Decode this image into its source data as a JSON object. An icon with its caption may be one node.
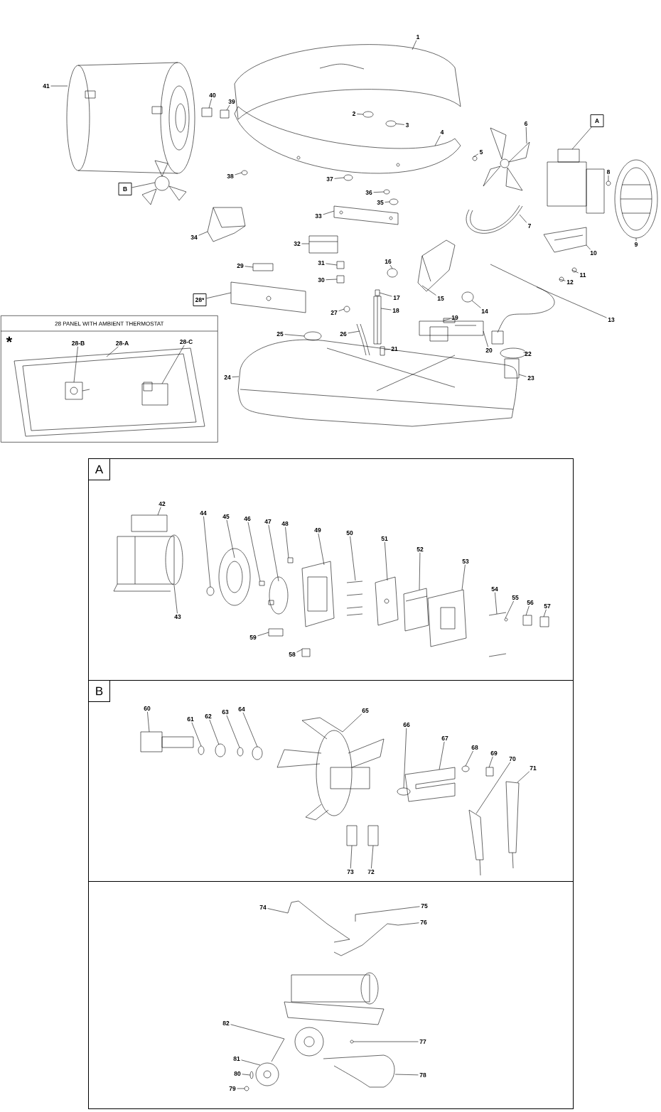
{
  "diagram": {
    "nodes": [
      {
        "text": [
          "1"
        ]
      },
      {
        "text": [
          "41"
        ]
      },
      {
        "text": [
          "40"
        ]
      },
      {
        "text": [
          "39"
        ]
      },
      {
        "text": [
          "2"
        ]
      },
      {
        "text": [
          "3"
        ]
      },
      {
        "text": [
          "4"
        ]
      },
      {
        "text": [
          "6"
        ]
      },
      {
        "text": [
          "A"
        ]
      },
      {
        "text": [
          "5"
        ]
      },
      {
        "text": [
          "8"
        ]
      },
      {
        "text": [
          "B"
        ]
      },
      {
        "text": [
          "38"
        ]
      },
      {
        "text": [
          "37"
        ]
      },
      {
        "text": [
          "36"
        ]
      },
      {
        "text": [
          "35"
        ]
      },
      {
        "text": [
          "33"
        ]
      },
      {
        "text": [
          "7"
        ]
      },
      {
        "text": [
          "34"
        ]
      },
      {
        "text": [
          "9"
        ]
      },
      {
        "text": [
          "10"
        ]
      },
      {
        "text": [
          "32"
        ]
      },
      {
        "text": [
          "16"
        ]
      },
      {
        "text": [
          "31"
        ]
      },
      {
        "text": [
          "29"
        ]
      },
      {
        "text": [
          "11"
        ]
      },
      {
        "text": [
          "12"
        ]
      },
      {
        "text": [
          "30"
        ]
      },
      {
        "text": [
          "15"
        ]
      },
      {
        "text": [
          "28*"
        ]
      },
      {
        "text": [
          "17"
        ]
      },
      {
        "text": [
          "14"
        ]
      },
      {
        "text": [
          "18"
        ]
      },
      {
        "text": [
          "27"
        ]
      },
      {
        "text": [
          "19"
        ]
      },
      {
        "text": [
          "26"
        ]
      },
      {
        "text": [
          "25"
        ]
      },
      {
        "text": [
          "20"
        ]
      },
      {
        "text": [
          "13"
        ]
      },
      {
        "text": [
          "21"
        ]
      },
      {
        "text": [
          "22"
        ]
      },
      {
        "text": [
          "24"
        ]
      },
      {
        "text": [
          "23"
        ]
      },
      {
        "text": [
          "28 PANEL WITH AMBIENT THERMOSTAT",
          "*"
        ]
      },
      {
        "text": [
          "28-B"
        ],
        "in": 43
      },
      {
        "text": [
          "28-A"
        ],
        "in": 43
      },
      {
        "text": [
          "28-C"
        ],
        "in": 43
      },
      {
        "text": [],
        "shape": "box"
      },
      {
        "text": [
          "42"
        ],
        "in": 47
      },
      {
        "text": [
          "44"
        ],
        "in": 47
      },
      {
        "text": [
          "45"
        ],
        "in": 47
      },
      {
        "text": [
          "46"
        ],
        "in": 47
      },
      {
        "text": [
          "47"
        ],
        "in": 47
      },
      {
        "text": [
          "48"
        ],
        "in": 47
      },
      {
        "text": [
          "49"
        ],
        "in": 47
      },
      {
        "text": [
          "50"
        ],
        "in": 47
      },
      {
        "text": [
          "51"
        ],
        "in": 47
      },
      {
        "text": [
          "52"
        ],
        "in": 47
      },
      {
        "text": [
          "53"
        ],
        "in": 47
      },
      {
        "text": [
          "54"
        ],
        "in": 47
      },
      {
        "text": [
          "55"
        ],
        "in": 47
      },
      {
        "text": [
          "56"
        ],
        "in": 47
      },
      {
        "text": [
          "57"
        ],
        "in": 47
      },
      {
        "text": [
          "43"
        ],
        "in": 47
      },
      {
        "text": [
          "59"
        ],
        "in": 47
      },
      {
        "text": [
          "58"
        ],
        "in": 47
      },
      {
        "text": [],
        "shape": "box"
      },
      {
        "text": [
          "60"
        ],
        "in": 66
      },
      {
        "text": [
          "61"
        ],
        "in": 66
      },
      {
        "text": [
          "62"
        ],
        "in": 66
      },
      {
        "text": [
          "63"
        ],
        "in": 66
      },
      {
        "text": [
          "64"
        ],
        "in": 66
      },
      {
        "text": [
          "65"
        ],
        "in": 66
      },
      {
        "text": [
          "66"
        ],
        "in": 66
      },
      {
        "text": [
          "67"
        ],
        "in": 66
      },
      {
        "text": [
          "68"
        ],
        "in": 66
      },
      {
        "text": [
          "69"
        ],
        "in": 66
      },
      {
        "text": [
          "70"
        ],
        "in": 66
      },
      {
        "text": [
          "71"
        ],
        "in": 66
      },
      {
        "text": [
          "73"
        ],
        "in": 66
      },
      {
        "text": [
          "72"
        ],
        "in": 66
      },
      {
        "text": [],
        "shape": "box"
      },
      {
        "text": [
          "74"
        ],
        "in": 81
      },
      {
        "text": [
          "75"
        ],
        "in": 81
      },
      {
        "text": [
          "76"
        ],
        "in": 81
      },
      {
        "text": [
          "77"
        ],
        "in": 81
      },
      {
        "text": [
          "82"
        ],
        "in": 81
      },
      {
        "text": [
          "78"
        ],
        "in": 81
      },
      {
        "text": [
          "81"
        ],
        "in": 81
      },
      {
        "text": [
          "80"
        ],
        "in": 81
      },
      {
        "text": [
          "79"
        ],
        "in": 81
      },
      {
        "text": [],
        "shape": "picture"
      },
      {
        "text": [],
        "shape": "picture"
      },
      {
        "text": [],
        "shape": "box"
      },
      {
        "text": [],
        "shape": "box"
      },
      {
        "text": [],
        "shape": "circle"
      },
      {
        "text": [],
        "shape": "circle"
      },
      {
        "text": [],
        "shape": "picture"
      },
      {
        "text": [],
        "shape": "picture"
      },
      {
        "text": [],
        "shape": "picture"
      },
      {
        "text": [],
        "shape": "circle"
      },
      {
        "text": [],
        "shape": "circle"
      },
      {
        "text": [],
        "shape": "picture"
      },
      {
        "text": [],
        "shape": "circle"
      },
      {
        "text": [],
        "shape": "circle"
      },
      {
        "text": [],
        "shape": "circle"
      },
      {
        "text": [],
        "shape": "circle"
      },
      {
        "text": [],
        "shape": "picture"
      },
      {
        "text": [],
        "shape": "picture"
      },
      {
        "text": [],
        "shape": "picture"
      },
      {
        "text": [],
        "shape": "picture"
      },
      {
        "text": [],
        "shape": "picture"
      },
      {
        "text": [],
        "shape": "picture"
      },
      {
        "text": [],
        "shape": "circle"
      },
      {
        "text": [],
        "shape": "box"
      },
      {
        "text": [],
        "shape": "box"
      },
      {
        "text": [],
        "shape": "circle"
      },
      {
        "text": [],
        "shape": "circle"
      },
      {
        "text": [],
        "shape": "box"
      },
      {
        "text": [],
        "shape": "picture"
      },
      {
        "text": [],
        "shape": "picture"
      },
      {
        "text": [],
        "shape": "box"
      },
      {
        "text": [],
        "shape": "circle"
      },
      {
        "text": [],
        "shape": "picture"
      },
      {
        "text": [],
        "shape": "circle"
      },
      {
        "text": [],
        "shape": "box"
      },
      {
        "text": [],
        "shape": "picture"
      },
      {
        "text": [],
        "shape": "circle"
      },
      {
        "text": [],
        "shape": "picture"
      },
      {
        "text": [],
        "shape": "picture"
      },
      {
        "text": [],
        "shape": "box",
        "in": 132
      },
      {
        "text": [],
        "shape": "circle"
      },
      {
        "text": [],
        "shape": "picture"
      },
      {
        "text": [],
        "shape": "box",
        "in": 132
      },
      {
        "text": [],
        "shape": "picture",
        "in": 135
      },
      {
        "text": [],
        "shape": "picture",
        "in": 43
      },
      {
        "text": [],
        "shape": "picture",
        "in": 135
      },
      {
        "text": [],
        "shape": "box",
        "in": 47
      },
      {
        "text": [],
        "shape": "circle",
        "in": 47
      },
      {
        "text": [],
        "shape": "picture",
        "in": 47
      },
      {
        "text": [],
        "shape": "box",
        "in": 47
      },
      {
        "text": [],
        "shape": "picture",
        "in": 47
      },
      {
        "text": [],
        "shape": "box",
        "in": 47
      },
      {
        "text": [],
        "shape": "picture",
        "in": 47
      },
      {
        "text": [],
        "shape": "picture",
        "in": 47
      },
      {
        "text": [],
        "shape": "picture",
        "in": 47
      },
      {
        "text": [],
        "shape": "picture",
        "in": 47
      },
      {
        "text": [],
        "shape": "picture",
        "in": 47
      },
      {
        "text": [],
        "shape": "picture",
        "in": 47
      },
      {
        "text": [],
        "shape": "circle",
        "in": 47
      },
      {
        "text": [],
        "shape": "box",
        "in": 47
      },
      {
        "text": [],
        "shape": "box",
        "in": 47
      },
      {
        "text": [],
        "shape": "picture",
        "in": 47
      },
      {
        "text": [],
        "shape": "box",
        "in": 47
      },
      {
        "text": [],
        "shape": "box",
        "in": 47
      },
      {
        "text": [],
        "shape": "picture",
        "in": 66
      },
      {
        "text": [],
        "shape": "circle",
        "in": 66
      },
      {
        "text": [],
        "shape": "circle",
        "in": 66
      },
      {
        "text": [],
        "shape": "circle",
        "in": 66
      },
      {
        "text": [],
        "shape": "circle",
        "in": 66
      },
      {
        "text": [],
        "shape": "picture",
        "in": 66
      },
      {
        "text": [],
        "shape": "circle",
        "in": 66
      },
      {
        "text": [],
        "shape": "picture",
        "in": 66
      },
      {
        "text": [],
        "shape": "circle",
        "in": 66
      },
      {
        "text": [],
        "shape": "box",
        "in": 66
      },
      {
        "text": [],
        "shape": "picture",
        "in": 66
      },
      {
        "text": [],
        "shape": "picture",
        "in": 66
      },
      {
        "text": [],
        "shape": "box",
        "in": 66
      },
      {
        "text": [],
        "shape": "box",
        "in": 66
      },
      {
        "text": [],
        "shape": "picture",
        "in": 81
      },
      {
        "text": [],
        "shape": "picture",
        "in": 81
      },
      {
        "text": [],
        "shape": "picture",
        "in": 81
      },
      {
        "text": [],
        "shape": "circle",
        "in": 81
      },
      {
        "text": [],
        "shape": "picture",
        "in": 81
      },
      {
        "text": [],
        "shape": "picture",
        "in": 81
      },
      {
        "text": [],
        "shape": "picture",
        "in": 81
      },
      {
        "text": [],
        "shape": "circle",
        "in": 81
      },
      {
        "text": [],
        "shape": "circle",
        "in": 81
      },
      {
        "text": [
          "A"
        ],
        "in": 47
      },
      {
        "text": [
          "B"
        ],
        "in": 66
      }
    ],
    "edges": [
      {
        "from": 0,
        "to": 91,
        "arrow": "none"
      },
      {
        "from": 1,
        "to": 92,
        "arrow": "none"
      },
      {
        "from": 2,
        "to": 93,
        "arrow": "none"
      },
      {
        "from": 3,
        "to": 94,
        "arrow": "none"
      },
      {
        "from": 4,
        "to": 95,
        "arrow": "none"
      },
      {
        "from": 5,
        "to": 96,
        "arrow": "none"
      },
      {
        "from": 6,
        "to": 97,
        "arrow": "none"
      },
      {
        "from": 7,
        "to": 98,
        "arrow": "none"
      },
      {
        "from": 8,
        "to": 99,
        "arrow": "none"
      },
      {
        "from": 9,
        "to": 100,
        "arrow": "none"
      },
      {
        "from": 10,
        "to": 101,
        "arrow": "none"
      },
      {
        "from": 11,
        "to": 102,
        "arrow": "none"
      },
      {
        "from": 12,
        "to": 103,
        "arrow": "none"
      },
      {
        "from": 13,
        "to": 104,
        "arrow": "none"
      },
      {
        "from": 14,
        "to": 105,
        "arrow": "none"
      },
      {
        "from": 15,
        "to": 106,
        "arrow": "none"
      },
      {
        "from": 16,
        "to": 107,
        "arrow": "none"
      },
      {
        "from": 17,
        "to": 108,
        "arrow": "none"
      },
      {
        "from": 18,
        "to": 109,
        "arrow": "none"
      },
      {
        "from": 19,
        "to": 110,
        "arrow": "none"
      },
      {
        "from": 20,
        "to": 111,
        "arrow": "none"
      },
      {
        "from": 21,
        "to": 112,
        "arrow": "none"
      },
      {
        "from": 22,
        "to": 113,
        "arrow": "none"
      },
      {
        "from": 23,
        "to": 114,
        "arrow": "none"
      },
      {
        "from": 24,
        "to": 115,
        "arrow": "none"
      },
      {
        "from": 25,
        "to": 116,
        "arrow": "none"
      },
      {
        "from": 26,
        "to": 117,
        "arrow": "none"
      },
      {
        "from": 27,
        "to": 118,
        "arrow": "none"
      },
      {
        "from": 28,
        "to": 119,
        "arrow": "none"
      },
      {
        "from": 29,
        "to": 120,
        "arrow": "none"
      },
      {
        "from": 30,
        "to": 121,
        "arrow": "none"
      },
      {
        "from": 31,
        "to": 122,
        "arrow": "none"
      },
      {
        "from": 32,
        "to": 123,
        "arrow": "none"
      },
      {
        "from": 33,
        "to": 124,
        "arrow": "none"
      },
      {
        "from": 34,
        "to": 125,
        "arrow": "none"
      },
      {
        "from": 35,
        "to": 126,
        "arrow": "none"
      },
      {
        "from": 36,
        "to": 127,
        "arrow": "none"
      },
      {
        "from": 37,
        "to": 128,
        "arrow": "none"
      },
      {
        "from": 38,
        "to": 129,
        "arrow": "none"
      },
      {
        "from": 39,
        "to": 130,
        "arrow": "none"
      },
      {
        "from": 40,
        "to": 131,
        "arrow": "none"
      },
      {
        "from": 41,
        "to": 132,
        "arrow": "none"
      },
      {
        "from": 42,
        "to": 133,
        "arrow": "none"
      },
      {
        "from": 44,
        "to": 134,
        "arrow": "none"
      },
      {
        "from": 45,
        "to": 135,
        "arrow": "none"
      },
      {
        "from": 46,
        "to": 136,
        "arrow": "none"
      },
      {
        "from": 48,
        "to": 137,
        "arrow": "none"
      },
      {
        "from": 49,
        "to": 138,
        "arrow": "none"
      },
      {
        "from": 50,
        "to": 139,
        "arrow": "none"
      },
      {
        "from": 51,
        "to": 140,
        "arrow": "none"
      },
      {
        "from": 52,
        "to": 141,
        "arrow": "none"
      },
      {
        "from": 53,
        "to": 142,
        "arrow": "none"
      },
      {
        "from": 54,
        "to": 143,
        "arrow": "none"
      },
      {
        "from": 55,
        "to": 144,
        "arrow": "none"
      },
      {
        "from": 56,
        "to": 145,
        "arrow": "none"
      },
      {
        "from": 57,
        "to": 146,
        "arrow": "none"
      },
      {
        "from": 58,
        "to": 147,
        "arrow": "none"
      },
      {
        "from": 59,
        "to": 148,
        "arrow": "none"
      },
      {
        "from": 60,
        "to": 149,
        "arrow": "none"
      },
      {
        "from": 61,
        "to": 150,
        "arrow": "none"
      },
      {
        "from": 62,
        "to": 151,
        "arrow": "none"
      },
      {
        "from": 63,
        "to": 152,
        "arrow": "none"
      },
      {
        "from": 64,
        "to": 153,
        "arrow": "none"
      },
      {
        "from": 65,
        "to": 154,
        "arrow": "none"
      },
      {
        "from": 67,
        "to": 155,
        "arrow": "none"
      },
      {
        "from": 68,
        "to": 156,
        "arrow": "none"
      },
      {
        "from": 69,
        "to": 157,
        "arrow": "none"
      },
      {
        "from": 70,
        "to": 158,
        "arrow": "none"
      },
      {
        "from": 71,
        "to": 159,
        "arrow": "none"
      },
      {
        "from": 72,
        "to": 160,
        "arrow": "none"
      },
      {
        "from": 73,
        "to": 161,
        "arrow": "none"
      },
      {
        "from": 74,
        "to": 162,
        "arrow": "none"
      },
      {
        "from": 75,
        "to": 163,
        "arrow": "none"
      },
      {
        "from": 76,
        "to": 164,
        "arrow": "none"
      },
      {
        "from": 77,
        "to": 165,
        "arrow": "none"
      },
      {
        "from": 78,
        "to": 166,
        "arrow": "none"
      },
      {
        "from": 79,
        "to": 167,
        "arrow": "none"
      },
      {
        "from": 80,
        "to": 168,
        "arrow": "none"
      },
      {
        "from": 82,
        "to": 169,
        "arrow": "none"
      },
      {
        "from": 83,
        "to": 170,
        "arrow": "none"
      },
      {
        "from": 84,
        "to": 171,
        "arrow": "none"
      },
      {
        "from": 85,
        "to": 172,
        "arrow": "none"
      },
      {
        "from": 86,
        "to": 173,
        "arrow": "none"
      },
      {
        "from": 87,
        "to": 174,
        "arrow": "none"
      },
      {
        "from": 88,
        "to": 175,
        "arrow": "none"
      },
      {
        "from": 89,
        "to": 176,
        "arrow": "none"
      },
      {
        "from": 90,
        "to": 177,
        "arrow": "none"
      }
    ]
  }
}
